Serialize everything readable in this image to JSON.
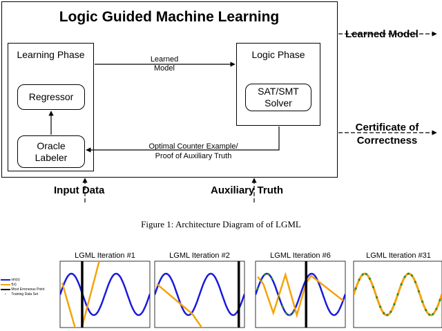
{
  "diagram": {
    "title": "Logic Guided Machine Learning",
    "learning_phase": {
      "title": "Learning Phase",
      "regressor": "Regressor",
      "oracle_labeler": "Oracle Labeler"
    },
    "logic_phase": {
      "title": "Logic Phase",
      "solver": "SAT/SMT Solver"
    },
    "arrow_learned_model": "Learned Model",
    "arrow_counter_example": "Optimal Counter Example/",
    "arrow_counter_example_2": "Proof of Auxiliary Truth",
    "output_learned_model": "Learned Model",
    "output_certificate_1": "Certificate of",
    "output_certificate_2": "Correctness",
    "input_data": "Input Data",
    "auxiliary_truth": "Auxiliary Truth"
  },
  "caption": "Figure 1: Architecture Diagram of of LGML",
  "plots": {
    "titles": [
      "LGML Iteration #1",
      "LGML Iteration #2",
      "LGML Iteration #6",
      "LGML Iteration #31"
    ],
    "legend": [
      "sin(x)",
      "f(x)",
      "Most Erroneous Point",
      "Training Data Set"
    ],
    "colors": {
      "truth": "#1a1adb",
      "model": "#f5a30a",
      "error": "#000000",
      "train": "#2e8b2e"
    }
  }
}
